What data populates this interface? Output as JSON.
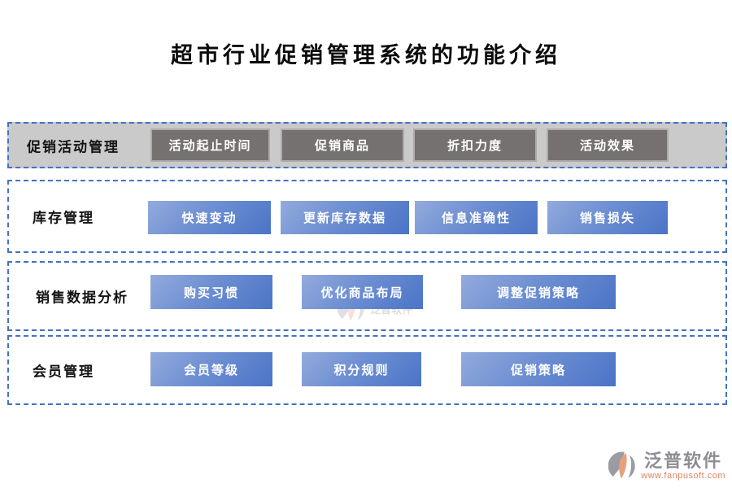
{
  "title": "超市行业促销管理系统的功能介绍",
  "sections": [
    {
      "label": "促销活动管理",
      "buttons": [
        "活动起止时间",
        "促销商品",
        "折扣力度",
        "活动效果"
      ]
    },
    {
      "label": "库存管理",
      "buttons": [
        "快速变动",
        "更新库存数据",
        "信息准确性",
        "销售损失"
      ]
    },
    {
      "label": "销售数据分析",
      "buttons": [
        "购买习惯",
        "优化商品布局",
        "调整促销策略"
      ]
    },
    {
      "label": "会员管理",
      "buttons": [
        "会员等级",
        "积分规则",
        "促销策略"
      ]
    }
  ],
  "footer": {
    "brand": "泛普软件",
    "url": "www.fanpusoft.com"
  },
  "colors": {
    "dashed_border": "#4472C4",
    "section1_background": "#CACACA",
    "dark_button_background": "#767171",
    "dark_button_border": "#AFABAB",
    "blue_button_gradient_start": "#93ABDD",
    "blue_button_gradient_end": "#4A74C7",
    "button_text": "#FFFFFF",
    "title_text": "#0A0A0A",
    "brand_gray": "#8D8D95",
    "brand_orange": "#E08565"
  }
}
